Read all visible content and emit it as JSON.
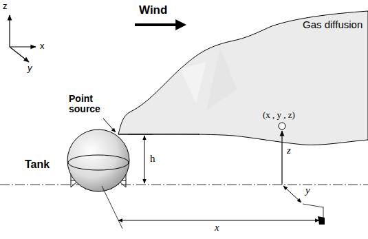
{
  "diagram": {
    "labels": [
      "Wind",
      "Gas diffusion",
      "z",
      "x",
      "y",
      "Point source",
      "(x , y , z)",
      "Tank",
      "h",
      "z",
      "y",
      "x"
    ]
  }
}
